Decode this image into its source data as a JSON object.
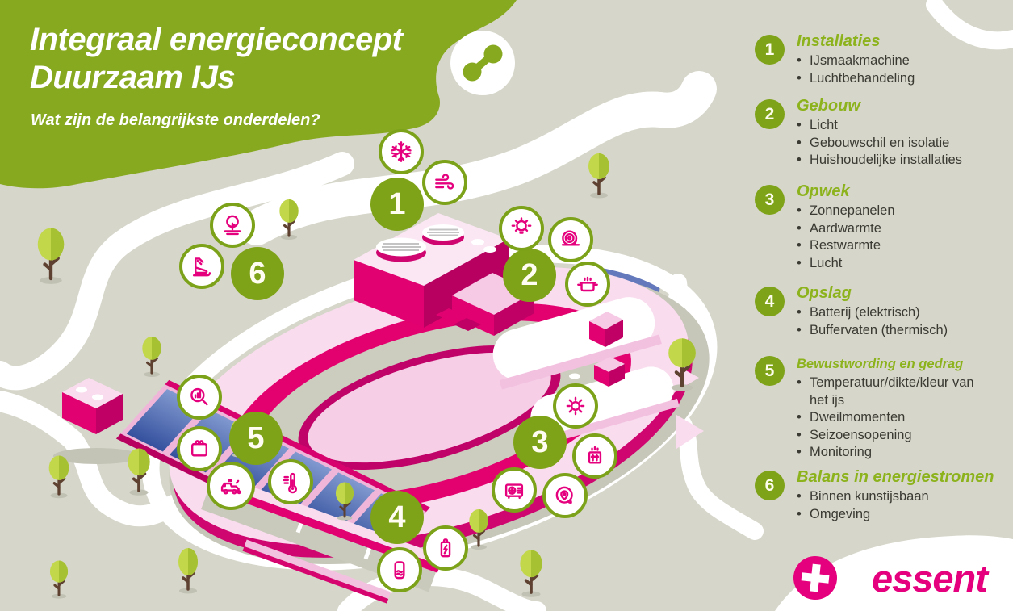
{
  "header": {
    "title_line1": "Integraal energieconcept",
    "title_line2": "Duurzaam IJs",
    "subtitle": "Wat zijn de belangrijkste onderdelen?"
  },
  "legend": {
    "items": [
      {
        "number": "1",
        "heading": "Installaties",
        "bullets": [
          "IJsmaakmachine",
          "Luchtbehandeling"
        ]
      },
      {
        "number": "2",
        "heading": "Gebouw",
        "bullets": [
          "Licht",
          "Gebouwschil en isolatie",
          "Huishoudelijke installaties"
        ]
      },
      {
        "number": "3",
        "heading": "Opwek",
        "bullets": [
          "Zonnepanelen",
          "Aardwarmte",
          "Restwarmte",
          "Lucht"
        ]
      },
      {
        "number": "4",
        "heading": "Opslag",
        "bullets": [
          "Batterij (elektrisch)",
          "Buffervaten (thermisch)"
        ]
      },
      {
        "number": "5",
        "heading": "Bewustwording en gedrag",
        "bullets": [
          "Temperatuur/dikte/kleur van het ijs",
          "Dweilmomenten",
          "Seizoensopening",
          "Monitoring"
        ]
      },
      {
        "number": "6",
        "heading": "Balans in energiestromen",
        "bullets": [
          "Binnen kunstijsbaan",
          "Omgeving"
        ]
      }
    ]
  },
  "map": {
    "icons": [
      "snowflake-icon",
      "wind-icon",
      "lightbulb-icon",
      "insulation-roll-icon",
      "cooking-pot-icon",
      "sun-icon",
      "heat-recovery-icon",
      "heat-pump-icon",
      "geothermal-icon",
      "battery-icon",
      "buffer-tank-icon",
      "monitoring-icon",
      "calendar-icon",
      "ice-resurfacer-icon",
      "thermometer-icon",
      "tree-icon",
      "ice-skate-icon"
    ]
  },
  "footer": {
    "brand": "essent"
  },
  "colors": {
    "brand_green": "#7fa318",
    "heading_green": "#8cb21c",
    "brand_magenta": "#e5017d",
    "background": "#d6d6ca",
    "pond_blue": "#6479bb",
    "solar_blue": "#35519e"
  }
}
